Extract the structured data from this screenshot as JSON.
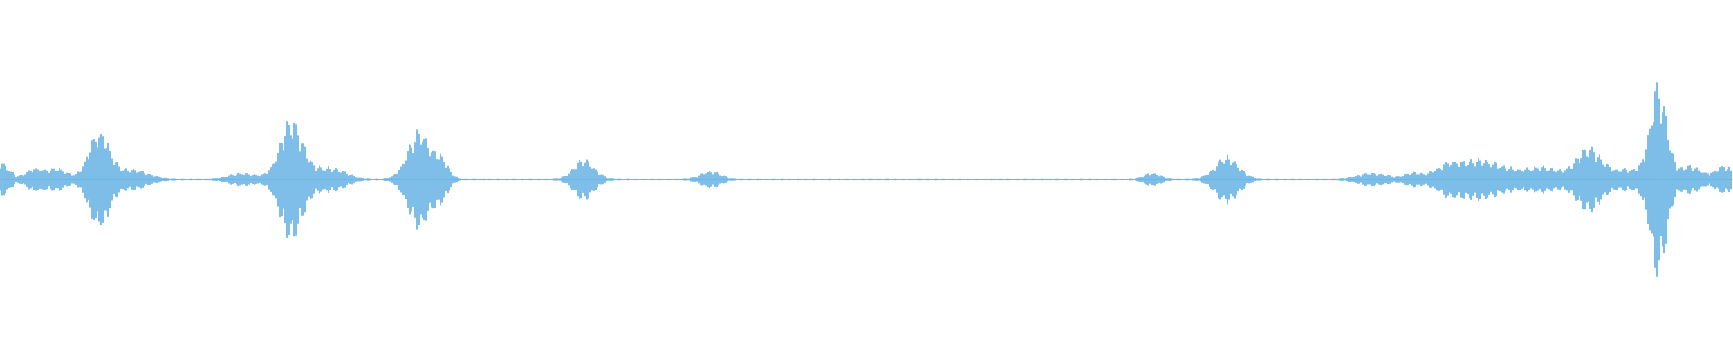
{
  "waveform": {
    "color": "#5dade2",
    "orientation": "horizontal",
    "bursts": [
      {
        "name": "burst-01",
        "center": 0.0,
        "amp": 0.19,
        "width": 0.01
      },
      {
        "name": "burst-02",
        "center": 0.02,
        "amp": 0.11,
        "width": 0.01
      },
      {
        "name": "burst-03",
        "center": 0.033,
        "amp": 0.11,
        "width": 0.012
      },
      {
        "name": "burst-04",
        "center": 0.057,
        "amp": 0.52,
        "width": 0.012
      },
      {
        "name": "burst-05",
        "center": 0.075,
        "amp": 0.1,
        "width": 0.02
      },
      {
        "name": "burst-06",
        "center": 0.14,
        "amp": 0.06,
        "width": 0.016
      },
      {
        "name": "burst-07",
        "center": 0.168,
        "amp": 0.62,
        "width": 0.014
      },
      {
        "name": "burst-08",
        "center": 0.19,
        "amp": 0.12,
        "width": 0.018
      },
      {
        "name": "burst-09",
        "center": 0.242,
        "amp": 0.52,
        "width": 0.014
      },
      {
        "name": "burst-10",
        "center": 0.255,
        "amp": 0.18,
        "width": 0.008
      },
      {
        "name": "burst-11",
        "center": 0.337,
        "amp": 0.22,
        "width": 0.012
      },
      {
        "name": "burst-12",
        "center": 0.41,
        "amp": 0.08,
        "width": 0.012
      },
      {
        "name": "burst-13",
        "center": 0.665,
        "amp": 0.06,
        "width": 0.01
      },
      {
        "name": "burst-14",
        "center": 0.708,
        "amp": 0.24,
        "width": 0.014
      },
      {
        "name": "burst-15",
        "center": 0.792,
        "amp": 0.06,
        "width": 0.018
      },
      {
        "name": "burst-16",
        "center": 0.815,
        "amp": 0.06,
        "width": 0.01
      },
      {
        "name": "burst-17",
        "center": 0.835,
        "amp": 0.1,
        "width": 0.016
      },
      {
        "name": "burst-18",
        "center": 0.855,
        "amp": 0.2,
        "width": 0.03
      },
      {
        "name": "burst-19",
        "center": 0.89,
        "amp": 0.12,
        "width": 0.02
      },
      {
        "name": "burst-20",
        "center": 0.917,
        "amp": 0.32,
        "width": 0.016
      },
      {
        "name": "burst-21",
        "center": 0.94,
        "amp": 0.1,
        "width": 0.018
      },
      {
        "name": "burst-22",
        "center": 0.957,
        "amp": 1.0,
        "width": 0.01
      },
      {
        "name": "burst-23",
        "center": 0.975,
        "amp": 0.14,
        "width": 0.014
      },
      {
        "name": "burst-24",
        "center": 0.995,
        "amp": 0.14,
        "width": 0.01
      }
    ]
  }
}
